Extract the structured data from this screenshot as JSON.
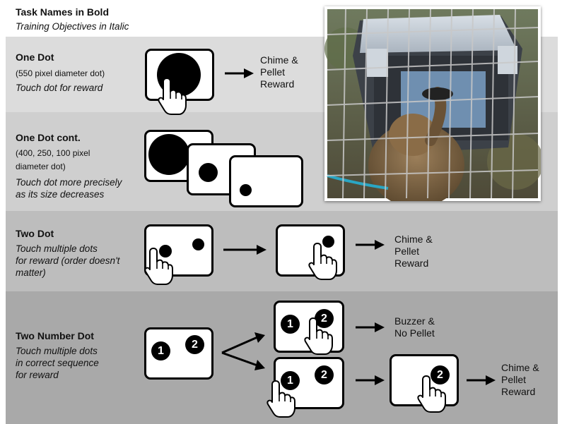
{
  "header": {
    "title": "Task Names in Bold",
    "subtitle": "Training Objectives in Italic"
  },
  "rows": [
    {
      "name": "One Dot",
      "detail": "(550 pixel diameter dot)",
      "objective": "Touch dot for reward"
    },
    {
      "name": "One Dot cont.",
      "detail_lines": [
        "(400, 250, 100 pixel",
        "diameter dot)"
      ],
      "objective_lines": [
        "Touch dot more precisely",
        "as its size decreases"
      ]
    },
    {
      "name": "Two Dot",
      "objective_lines": [
        "Touch multiple dots",
        "for reward (order doesn't",
        "matter)"
      ]
    },
    {
      "name": "Two Number Dot",
      "objective_lines": [
        "Touch multiple dots",
        "in correct sequence",
        "for reward"
      ]
    }
  ],
  "outcomes": {
    "reward": [
      "Chime &",
      "Pellet",
      "Reward"
    ],
    "fail": [
      "Buzzer &",
      "No Pellet"
    ]
  },
  "dot_numbers": [
    "1",
    "2"
  ],
  "colors": {
    "band_1": "#dcdcdc",
    "band_2": "#cfcfcf",
    "band_3": "#bdbdbd",
    "band_4": "#a9a9a9"
  },
  "icons": [
    "touching-hand-icon",
    "right-arrow-icon"
  ]
}
